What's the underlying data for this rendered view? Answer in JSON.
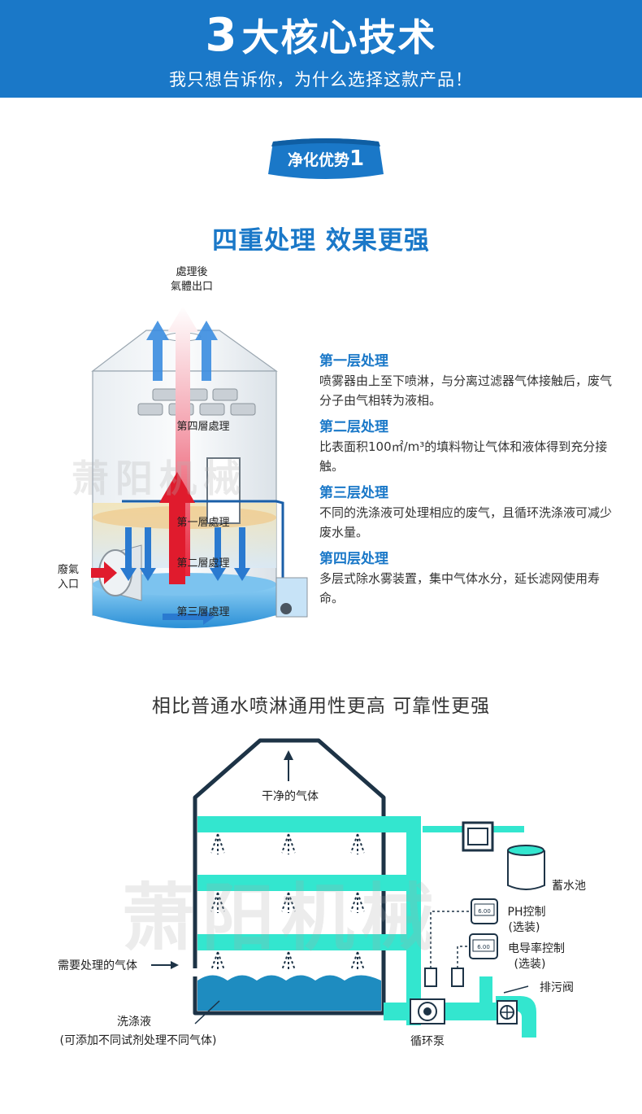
{
  "hero": {
    "number": "3",
    "title": "大核心技术",
    "subtitle": "我只想告诉你，为什么选择这款产品！"
  },
  "badge": {
    "label": "净化优势",
    "number": "1"
  },
  "section_title": "四重处理 效果更强",
  "tower1": {
    "outlet_line1": "處理後",
    "outlet_line2": "氣體出口",
    "inlet_line1": "廢氣",
    "inlet_line2": "入口",
    "layer4": "第四層處理",
    "layer1": "第一層處理",
    "layer2": "第二層處理",
    "layer3": "第三層處理"
  },
  "layers": [
    {
      "title": "第一层处理",
      "desc": "喷雾器由上至下喷淋，与分离过滤器气体接触后，废气分子由气相转为液相。"
    },
    {
      "title": "第二层处理",
      "desc": "比表面积100㎡/m³的填料物让气体和液体得到充分接触。"
    },
    {
      "title": "第三层处理",
      "desc": "不同的洗涤液可处理相应的废气，且循环洗涤液可减少废水量。"
    },
    {
      "title": "第四层处理",
      "desc": "多层式除水雾装置，集中气体水分，延长滤网使用寿命。"
    }
  ],
  "compare_title": "相比普通水喷淋通用性更高 可靠性更强",
  "diagram": {
    "clean_gas": "干净的气体",
    "reservoir": "蓄水池",
    "ph_control": "PH控制",
    "ph_option": "(选装)",
    "cond_control": "电导率控制",
    "cond_option": "(选装)",
    "drain_valve": "排污阀",
    "gas_in": "需要处理的气体",
    "wash_liquid": "洗涤液",
    "wash_note": "(可添加不同试剂处理不同气体)",
    "pump": "循环泵",
    "meter_reading": "6.00"
  },
  "watermark": "萧阳机械",
  "colors": {
    "brand_blue": "#1a78c8",
    "teal": "#33e6cf",
    "dark": "#1d3346",
    "water": "#2a8fc8"
  }
}
